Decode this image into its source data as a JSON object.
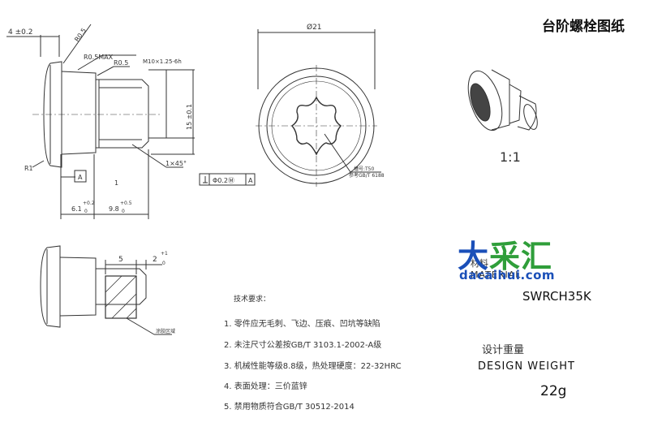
{
  "title": "台阶螺栓图纸",
  "scale": "1:1",
  "dims": {
    "top_width": "4 ±0.2",
    "r05_a": "R0.5",
    "r05_max": "R0.5MAX",
    "r05_b": "R0.5",
    "thread": "M10×1.25-6h",
    "len_15": "15 ±0.1",
    "chamfer": "1×45°",
    "r1": "R1",
    "datum_a": "A",
    "label_1": "1",
    "len_6_1": "6.1",
    "len_6_1_tol_up": "+0.2",
    "len_6_1_tol_dn": "0",
    "len_9_8": "9.8",
    "len_9_8_tol_up": "+0.5",
    "len_9_8_tol_dn": "0",
    "diameter": "Ø21",
    "socket_note_1": "槽号:T50",
    "socket_note_2": "参考GB/T 6188",
    "gtol_value": "Φ0.2Ⓜ",
    "gtol_datum": "A",
    "dim_5": "5",
    "dim_2": "2",
    "dim_2_tol_up": "+1",
    "dim_2_tol_dn": "0",
    "coat_note": "涂胶区域"
  },
  "tech": {
    "heading": "技术要求：",
    "notes": [
      "1. 零件应无毛刺、飞边、压痕、凹坑等缺陷",
      "2. 未注尺寸公差按GB/T 3103.1-2002-A级",
      "3. 机械性能等级8.8级，热处理硬度：22-32HRC",
      "4. 表面处理：三价蓝锌",
      "5. 禁用物质符合GB/T 30512-2014"
    ]
  },
  "material": {
    "label_cn": "材料",
    "label_en": "MATERIAL",
    "value": "SWRCH35K"
  },
  "weight": {
    "label_cn": "设计重量",
    "label_en": "DESIGN WEIGHT",
    "value": "22g"
  },
  "watermark": {
    "part1": "大",
    "part2": "采汇",
    "url": "dacaihui.com"
  },
  "colors": {
    "line": "#333333",
    "watermark_blue": "#1a4fb8",
    "watermark_green": "#2f9e3a"
  }
}
